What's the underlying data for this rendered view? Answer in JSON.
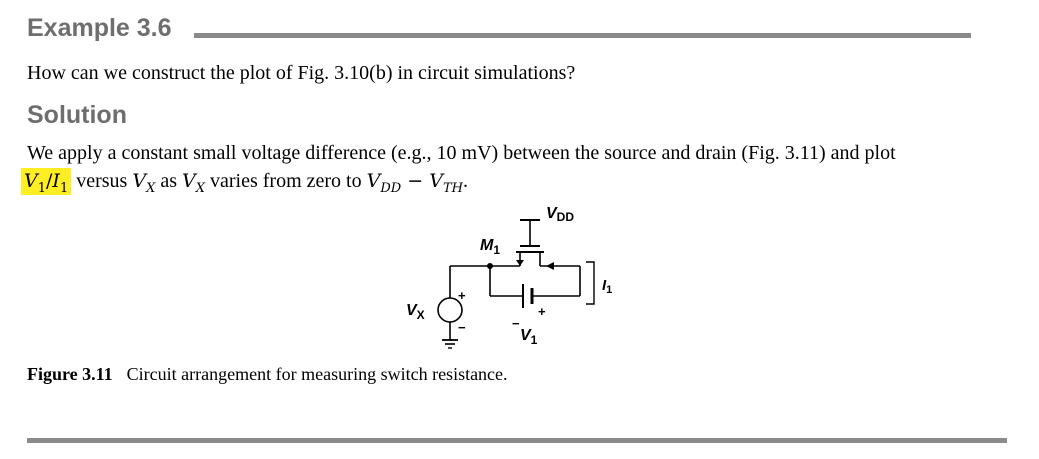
{
  "example": {
    "title": "Example 3.6"
  },
  "question": {
    "text": "How can we construct the plot of Fig. 3.10(b) in circuit simulations?"
  },
  "solution": {
    "title": "Solution",
    "line1": "We apply a constant small voltage difference (e.g., 10 mV) between the source and drain (Fig. 3.11) and plot",
    "line2": {
      "highlight_V": "V",
      "highlight_V_sub": "1",
      "highlight_slash": "/",
      "highlight_I": "I",
      "highlight_I_sub": "1",
      "t1": " versus ",
      "vx1_V": "V",
      "vx1_sub": "X",
      "t2": " as ",
      "vx2_V": "V",
      "vx2_sub": "X",
      "t3": " varies from zero to ",
      "vdd_V": "V",
      "vdd_sub": "DD",
      "minus": " − ",
      "vth_V": "V",
      "vth_sub": "TH",
      "end": "."
    }
  },
  "figure": {
    "labels": {
      "vdd_main": "V",
      "vdd_sub": "DD",
      "m1_main": "M",
      "m1_sub": "1",
      "i1_main": "I",
      "i1_sub": "1",
      "vx_main": "V",
      "vx_sub": "X",
      "v1_main": "V",
      "v1_sub": "1",
      "plus_source": "+",
      "minus_source": "−",
      "plus_battery": "+",
      "minus_battery": "−"
    },
    "caption_number": "Figure 3.11",
    "caption_text": "Circuit arrangement for measuring switch resistance."
  },
  "colors": {
    "heading": "#6e6e6e",
    "rule": "#8a8a8a",
    "highlight": "#ffee24"
  }
}
